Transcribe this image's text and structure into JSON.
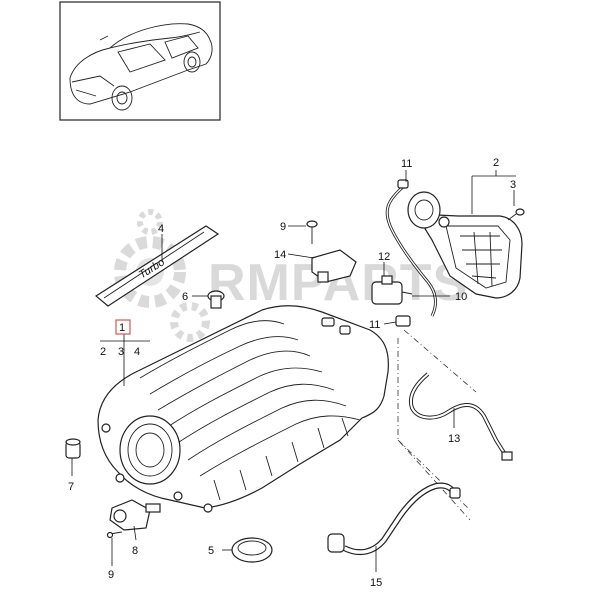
{
  "diagram": {
    "watermark_text": "RMPARTS",
    "callouts": {
      "c1": "1",
      "c2": "2",
      "c3": "3",
      "c4": "4",
      "c2b": "2",
      "c3b": "3",
      "c4b": "4",
      "c5": "5",
      "c6": "6",
      "c7": "7",
      "c8": "8",
      "c9a": "9",
      "c9b": "9",
      "c10": "10",
      "c11a": "11",
      "c11b": "11",
      "c12": "12",
      "c13": "13",
      "c14": "14",
      "c15": "15"
    },
    "cover_plate_script": "Turbo",
    "highlight_color": "#d9534f"
  }
}
